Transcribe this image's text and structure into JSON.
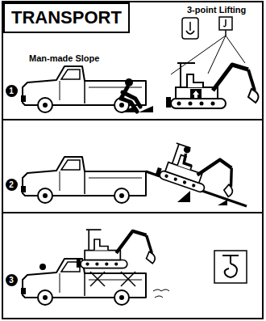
{
  "diagram": {
    "title": "TRANSPORT",
    "nodes": [
      {
        "text": [
          "1"
        ]
      },
      {
        "text": [
          "2"
        ]
      },
      {
        "text": [
          "3"
        ]
      }
    ],
    "labels": [
      "3-point Lifting",
      "Man-made Slope"
    ]
  }
}
